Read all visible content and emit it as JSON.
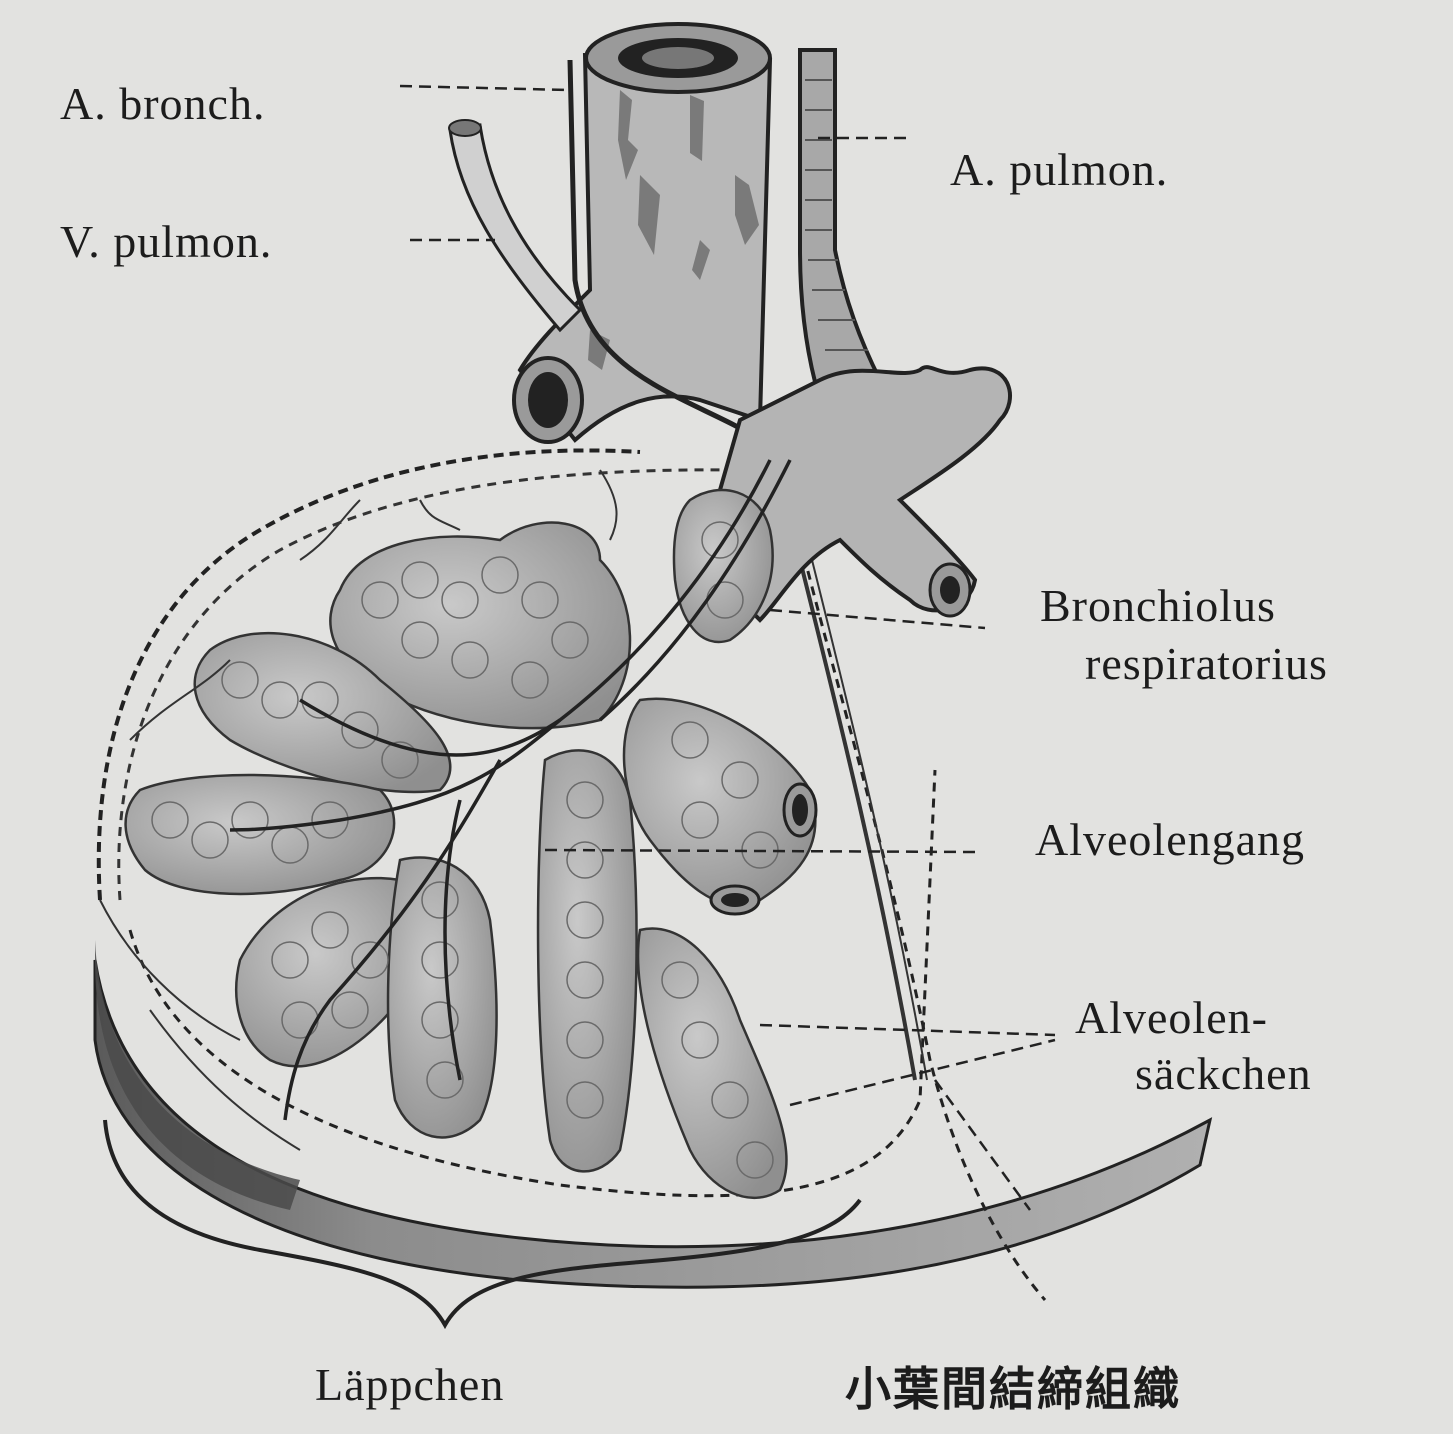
{
  "labels": {
    "a_bronch": "A. bronch.",
    "v_pulmon": "V. pulmon.",
    "a_pulmon": "A. pulmon.",
    "bronchiolus_line1": "Bronchiolus",
    "bronchiolus_line2": "respiratorius",
    "alveolengang": "Alveolengang",
    "alveolen_line1": "Alveolen-",
    "alveolen_line2": "säckchen",
    "lappchen": "Läppchen",
    "interlobular": "小葉間結締組織"
  },
  "colors": {
    "paper": "#e2e2e0",
    "ink": "#1c1c1c",
    "tissue": "#b4b4b4",
    "tissue_dark": "#6e6e6e",
    "alveoli": "#a9a9a9",
    "lumen": "#222222"
  }
}
